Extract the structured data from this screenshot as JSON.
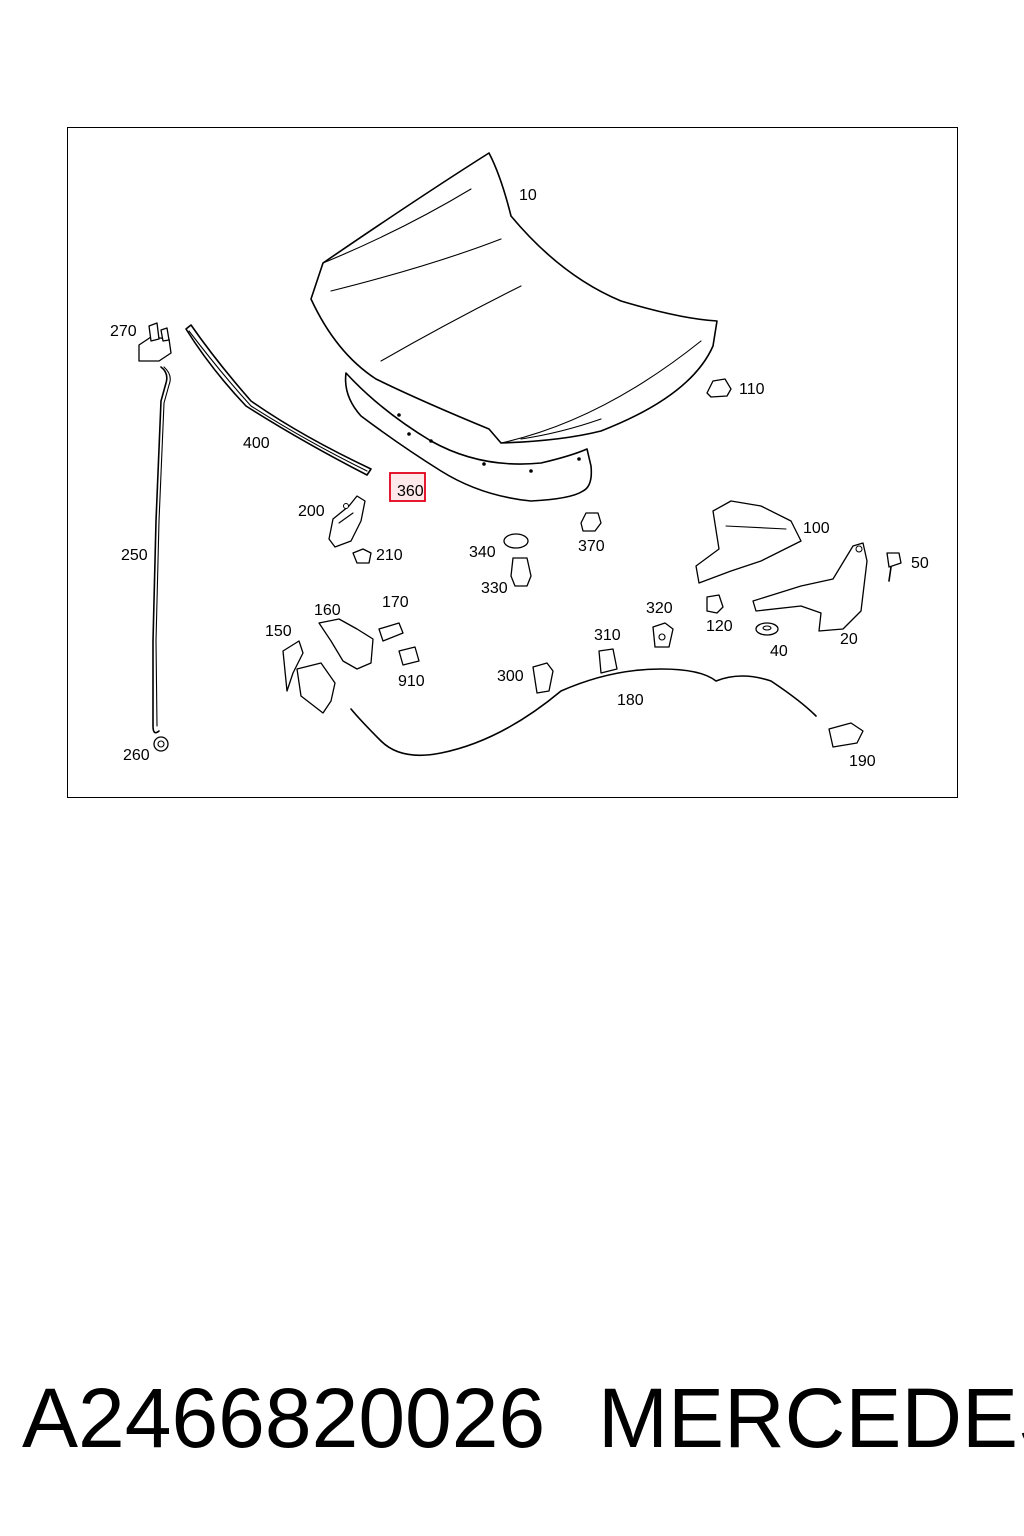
{
  "diagram": {
    "labels": {
      "p10": "10",
      "p20": "20",
      "p40": "40",
      "p50": "50",
      "p100": "100",
      "p110": "110",
      "p120": "120",
      "p150": "150",
      "p160": "160",
      "p170": "170",
      "p180": "180",
      "p190": "190",
      "p200": "200",
      "p210": "210",
      "p250": "250",
      "p260": "260",
      "p270": "270",
      "p300": "300",
      "p310": "310",
      "p320": "320",
      "p330": "330",
      "p340": "340",
      "p360": "360",
      "p370": "370",
      "p400": "400",
      "p910": "910"
    },
    "highlighted_part": "360",
    "highlight_color": "#e2001a"
  },
  "footer": {
    "part_number": "A2466820026",
    "brand": "MERCEDES"
  }
}
